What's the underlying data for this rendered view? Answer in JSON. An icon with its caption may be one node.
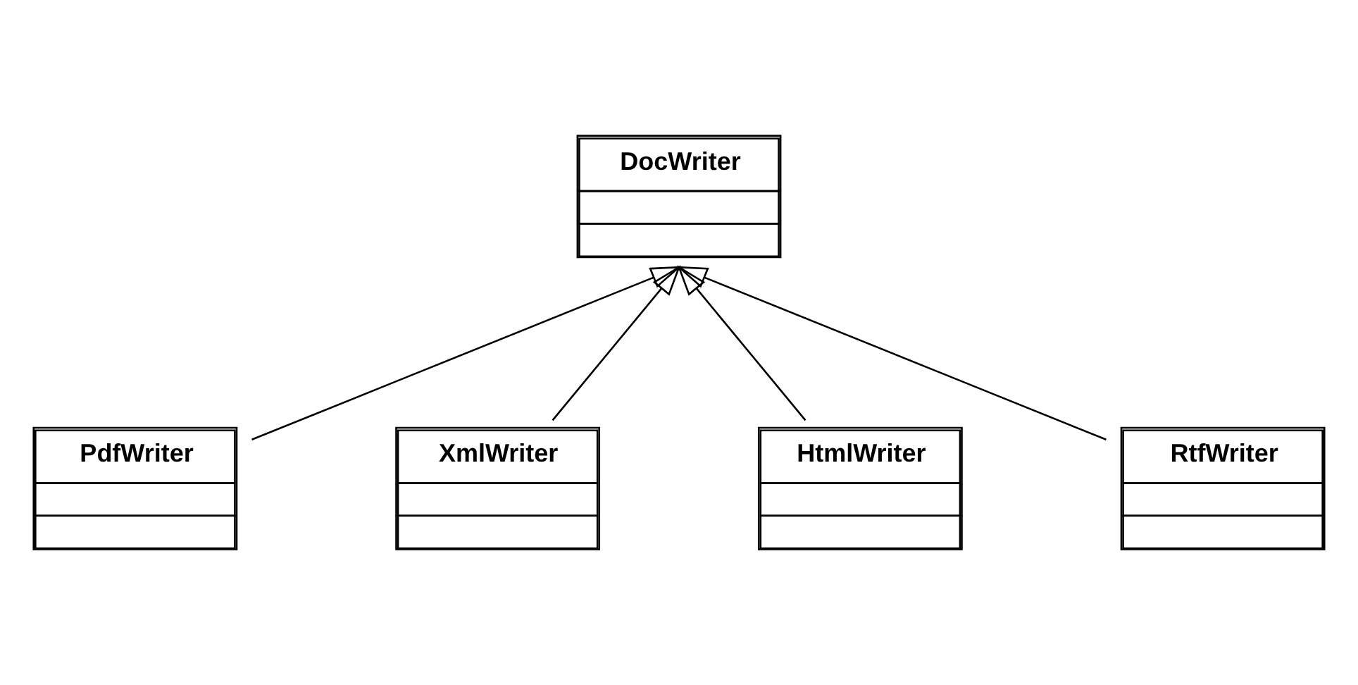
{
  "diagram": {
    "nodes": [
      {
        "text": [
          "DocWriter"
        ]
      },
      {
        "text": [
          "PdfWriter"
        ]
      },
      {
        "text": [
          "XmlWriter"
        ]
      },
      {
        "text": [
          "HtmlWriter"
        ]
      },
      {
        "text": [
          "RtfWriter"
        ]
      }
    ],
    "edges": [
      {
        "from": 1,
        "to": 0,
        "arrow": "to"
      },
      {
        "from": 2,
        "to": 0,
        "arrow": "to"
      },
      {
        "from": 3,
        "to": 0,
        "arrow": "to"
      },
      {
        "from": 4,
        "to": 0,
        "arrow": "to"
      }
    ]
  }
}
